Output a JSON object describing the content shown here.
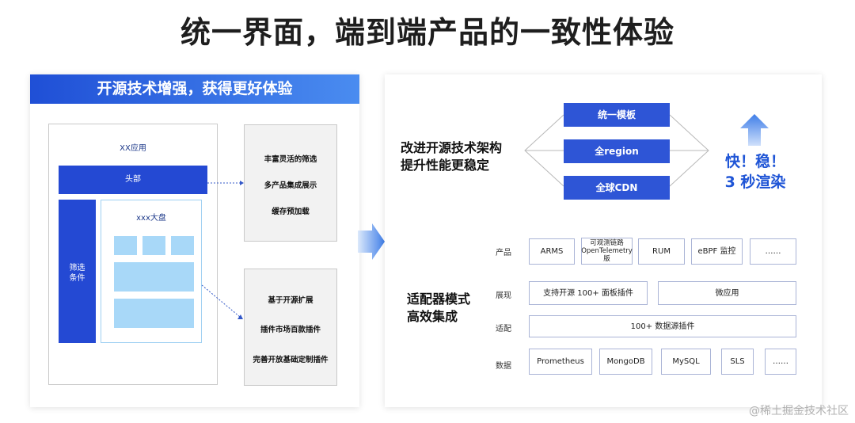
{
  "title": "统一界面，端到端产品的一致性体验",
  "left": {
    "header": "开源技术增强，获得更好体验",
    "app_title": "XX应用",
    "head_bar": "头部",
    "filter": "筛选\n条件",
    "dashboard_title": "xxx大盘",
    "features_top": [
      "丰富灵活的筛选",
      "多产品集成展示",
      "缓存预加载"
    ],
    "features_bottom": [
      "基于开源扩展",
      "插件市场百款插件",
      "完善开放基础定制插件"
    ]
  },
  "right": {
    "heading_top": [
      "改进开源技术架构",
      "提升性能更稳定"
    ],
    "pills": [
      "统一模板",
      "全region",
      "全球CDN"
    ],
    "slogan": [
      "快！稳！",
      "3 秒渲染"
    ],
    "heading_bottom": [
      "适配器模式",
      "高效集成"
    ],
    "rows": {
      "product": {
        "label": "产品",
        "cells": [
          "ARMS",
          "可观测链路\nOpenTelemetry\n版",
          "RUM",
          "eBPF 监控",
          "……"
        ]
      },
      "display": {
        "label": "展现",
        "cells": [
          "支持开源 100+ 面板插件",
          "微应用"
        ]
      },
      "adapter": {
        "label": "适配",
        "cells": [
          "100+ 数据源插件"
        ]
      },
      "data": {
        "label": "数据",
        "cells": [
          "Prometheus",
          "MongoDB",
          "MySQL",
          "SLS",
          "……"
        ]
      }
    }
  },
  "watermark": "@稀土掘金技术社区",
  "colors": {
    "brand_blue": "#2449d3",
    "light_blue": "#a8d8f8",
    "accent_text": "#1f55d6"
  }
}
